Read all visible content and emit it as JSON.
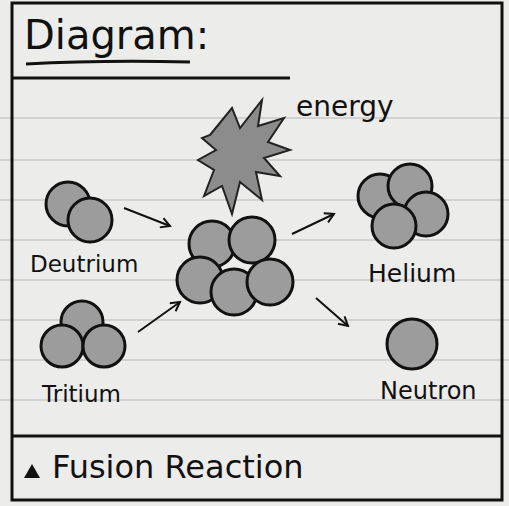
{
  "diagram": {
    "title": "Diagram:",
    "caption": "Fusion Reaction",
    "nodes": [
      {
        "text": [
          "energy"
        ]
      },
      {
        "text": [
          "Deutrium"
        ]
      },
      {
        "text": [
          "Helium"
        ]
      },
      {
        "text": [
          "Tritium"
        ]
      },
      {
        "text": [
          "Neutron"
        ]
      }
    ]
  }
}
